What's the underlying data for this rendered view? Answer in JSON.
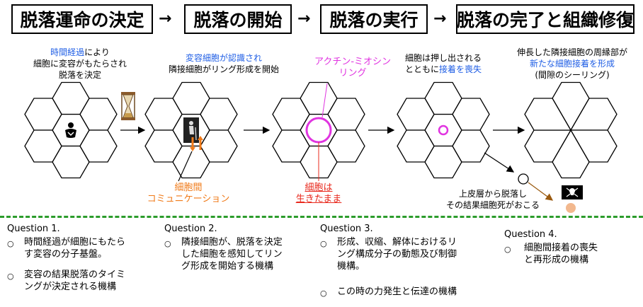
{
  "header": {
    "step1": "脱落運命の決定",
    "step2": "脱落の開始",
    "step3": "脱落の実行",
    "step4": "脱落の完了と組織修復",
    "arrow": "→"
  },
  "stage1": {
    "line1_blue": "時間経過",
    "line1_rest": "により",
    "line2": "細胞に変容がもたらされ",
    "line3": "脱落を決定"
  },
  "stage2": {
    "line1_blue": "変容細胞が認識され",
    "line2": "隣接細胞がリング形成を開始",
    "comm_line1": "細胞間",
    "comm_line2": "コミュニケーション"
  },
  "stage3": {
    "ring_line1": "アクチン-ミオシン",
    "ring_line2": "リング",
    "alive_line1": "細胞は",
    "alive_line2": "生きたまま"
  },
  "stage4": {
    "line1": "細胞は押し出される",
    "line2_a": "とともに",
    "line2_blue": "接着を喪失",
    "bottom_line1": "上皮層から脱落し",
    "bottom_line2": "その結果細胞死がおこる"
  },
  "stage5": {
    "line1": "伸長した隣接細胞の周縁部が",
    "line2_blue": "新たな細胞接着を形成",
    "line3": "(間隙のシーリング)"
  },
  "questions": [
    {
      "title": "Question 1.",
      "items": [
        [
          "時間経過が細胞にもたら",
          "す変容の分子基盤。"
        ],
        [
          "変容の結果脱落のタイミ",
          "ングが決定される機構"
        ]
      ]
    },
    {
      "title": "Question 2.",
      "items": [
        [
          "隣接細胞が、脱落を決定",
          "した細胞を感知してリン",
          "グ形成を開始する機構"
        ]
      ]
    },
    {
      "title": "Question 3.",
      "items": [
        [
          "形成、収縮、解体におけるリ",
          "ング構成分子の動態及び制御",
          "機構。"
        ],
        [
          "この時の力発生と伝達の機構"
        ]
      ]
    },
    {
      "title": "Question 4.",
      "items": [
        [
          "細胞間接着の喪失",
          "と再形成の機構"
        ]
      ]
    }
  ],
  "bullet": "○",
  "colors": {
    "blue": "#1f5ee5",
    "magenta": "#e034e0",
    "orange": "#f07a18",
    "red": "#e8281c",
    "green_dash": "#2c9c2c"
  },
  "icons": [
    "hourglass-icon",
    "baby-icon",
    "elderly-person-icon",
    "skull-crossbones-icon"
  ]
}
